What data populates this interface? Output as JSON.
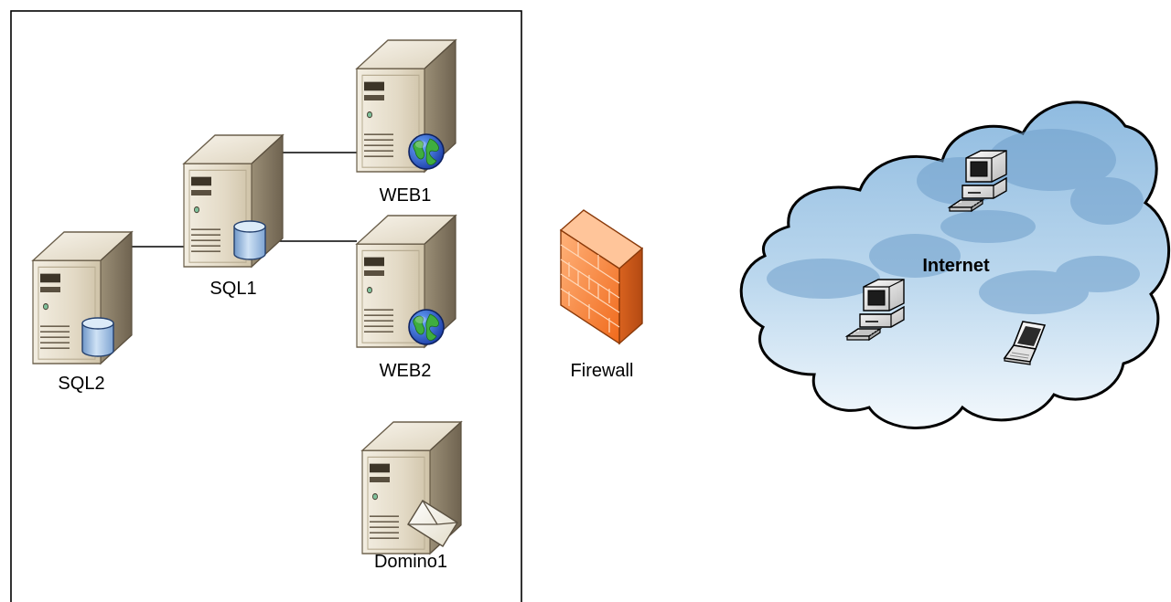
{
  "diagram": {
    "nodes": {
      "sql2": {
        "label": "SQL2",
        "kind": "database-server"
      },
      "sql1": {
        "label": "SQL1",
        "kind": "database-server"
      },
      "web1": {
        "label": "WEB1",
        "kind": "web-server"
      },
      "web2": {
        "label": "WEB2",
        "kind": "web-server"
      },
      "domino1": {
        "label": "Domino1",
        "kind": "mail-server"
      },
      "firewall": {
        "label": "Firewall",
        "kind": "firewall"
      },
      "internet": {
        "label": "Internet",
        "kind": "cloud"
      }
    },
    "connections": [
      {
        "from": "SQL2",
        "to": "SQL1"
      },
      {
        "from": "SQL1",
        "to": "WEB1"
      },
      {
        "from": "SQL1",
        "to": "WEB2"
      }
    ],
    "cloud_devices": [
      "desktop-computer",
      "desktop-computer",
      "laptop"
    ]
  },
  "colors": {
    "server_body": "#e3dac6",
    "server_dark": "#6f6350",
    "database": "#9cbde0",
    "globe_ocean": "#2a5fd6",
    "globe_land": "#3fae3f",
    "firewall_brick": "#f0813a",
    "cloud_fill": "#b5d3ea",
    "cloud_outline": "#000000"
  }
}
